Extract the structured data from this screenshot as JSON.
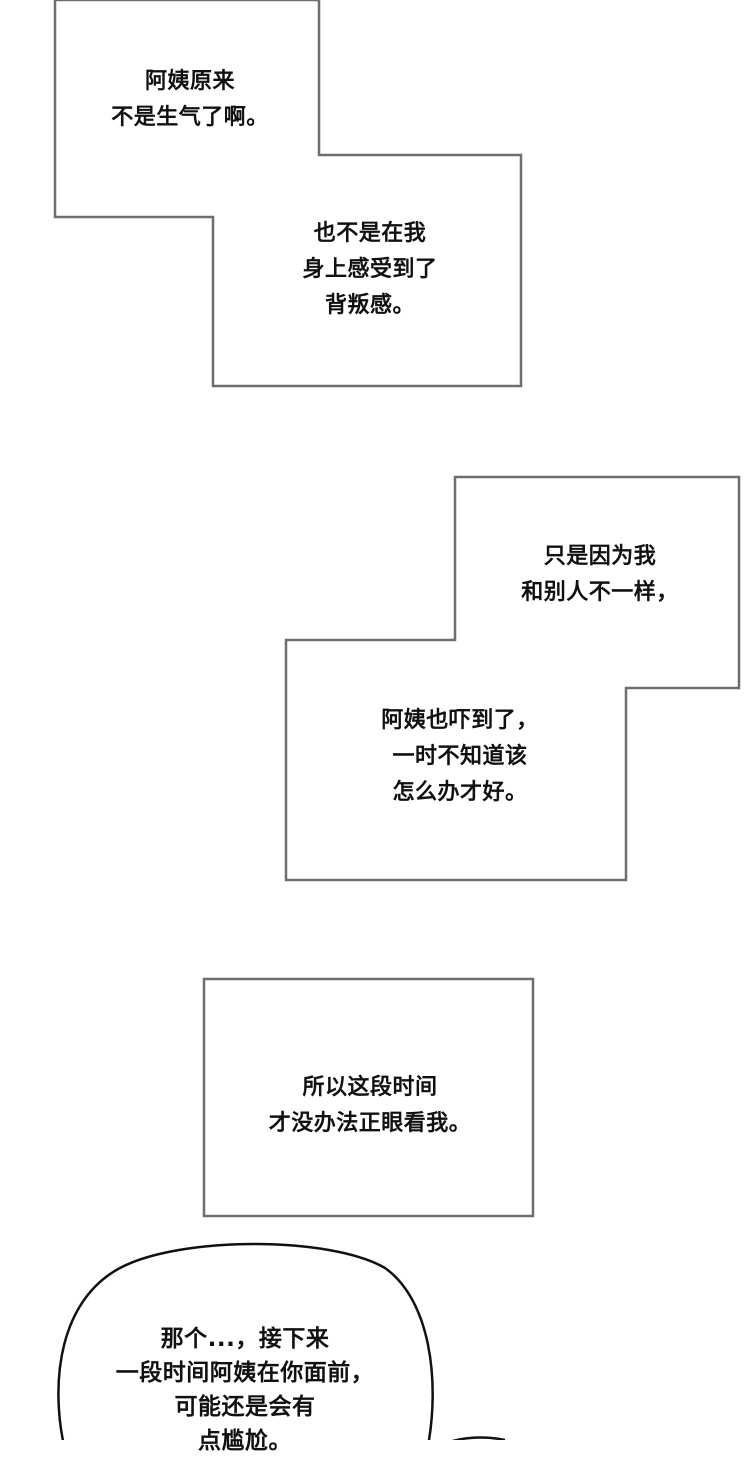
{
  "captions": [
    {
      "id": "c1",
      "lines": [
        "阿姨原来",
        "不是生气了啊。"
      ]
    },
    {
      "id": "c2",
      "lines": [
        "也不是在我",
        "身上感受到了",
        "背叛感。"
      ]
    },
    {
      "id": "c3",
      "lines": [
        "只是因为我",
        "和别人不一样，"
      ]
    },
    {
      "id": "c4",
      "lines": [
        "阿姨也吓到了，",
        "一时不知道该",
        "怎么办才好。"
      ]
    },
    {
      "id": "c5",
      "lines": [
        "所以这段时间",
        "才没办法正眼看我。"
      ]
    }
  ],
  "speech_bubble": {
    "lines": [
      "那个...，接下来",
      "一段时间阿姨在你面前，",
      "可能还是会有",
      "点尴尬。"
    ]
  },
  "colors": {
    "border": "#6e6e6e",
    "bubble_stroke": "#111111",
    "text": "#111111",
    "background": "#ffffff"
  }
}
